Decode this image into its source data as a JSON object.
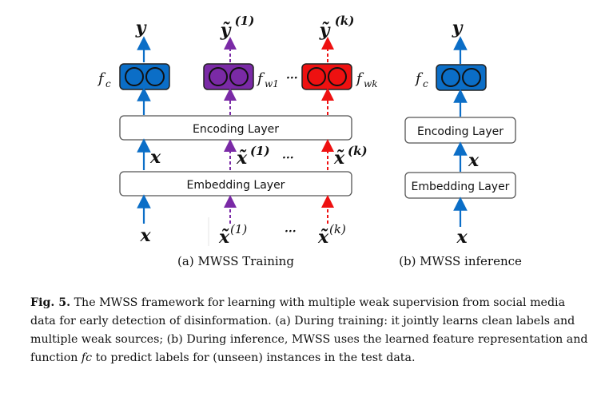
{
  "training": {
    "y": "y",
    "ytilde": "ỹ",
    "sup1": "(1)",
    "supk": "(k)",
    "fc": "f",
    "fc_sub": "c",
    "fw1": "f",
    "fw1_sub": "w1",
    "fwk": "f",
    "fwk_sub": "wk",
    "ellipsis": "···",
    "encoding_label": "Encoding Layer",
    "embedding_label": "Embedding Layer",
    "x": "x",
    "xtilde": "x̃",
    "caption": "(a) MWSS Training"
  },
  "inference": {
    "y": "y",
    "fc": "f",
    "fc_sub": "c",
    "encoding_label": "Encoding Layer",
    "embedding_label": "Embedding Layer",
    "x": "x",
    "caption": "(b) MWSS inference"
  },
  "colors": {
    "clean": "#0b6ec7",
    "weak1": "#7a2aa6",
    "weakk": "#ee1111"
  },
  "figure_caption": {
    "label": "Fig. 5.",
    "text_1": "The MWSS framework for learning with multiple weak supervision from social media data for early detection of disinformation. (a) During training: it jointly learns clean labels and multiple weak sources; (b) During inference, MWSS uses the learned feature representation and function",
    "fc": "fc",
    "text_2": "to predict labels for (unseen) instances in the test data."
  }
}
